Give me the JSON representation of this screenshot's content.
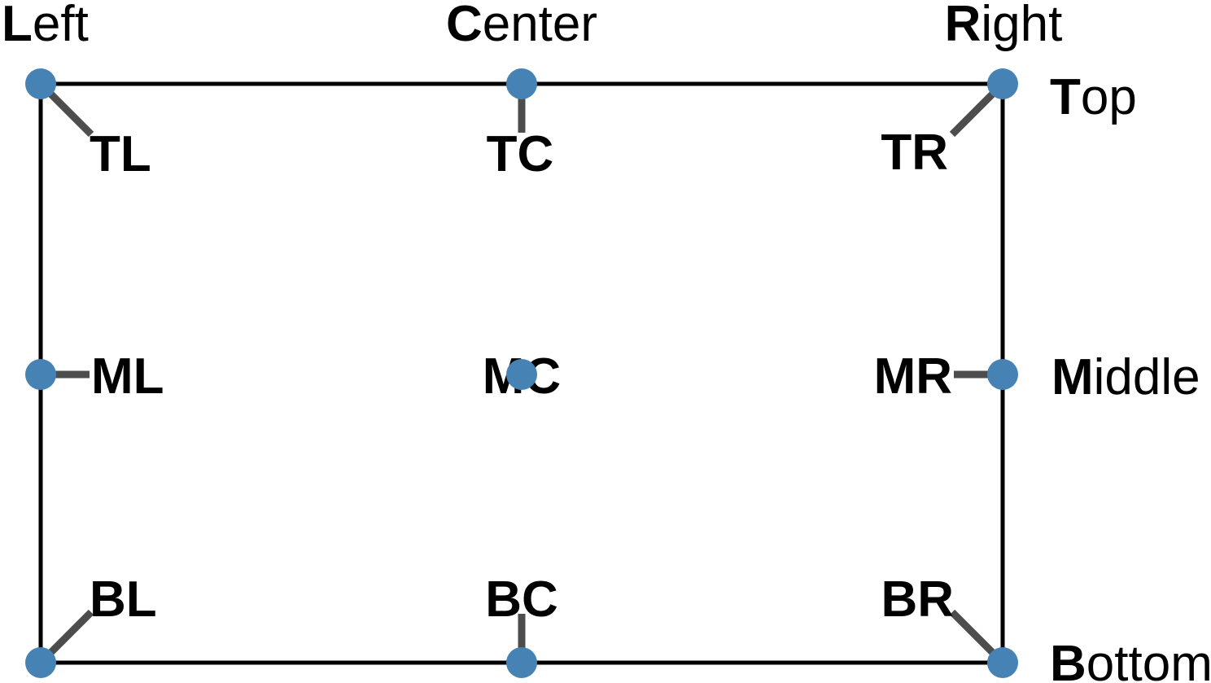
{
  "figure": {
    "description_labels": {
      "edge_labels": {
        "left": {
          "bold": "L",
          "rest": "eft"
        },
        "center": {
          "bold": "C",
          "rest": "enter"
        },
        "right": {
          "bold": "R",
          "rest": "ight"
        },
        "top": {
          "bold": "T",
          "rest": "op"
        },
        "middle": {
          "bold": "M",
          "rest": "iddle"
        },
        "bottom": {
          "bold": "B",
          "rest": "ottom"
        }
      },
      "anchor_labels": {
        "tl": "TL",
        "tc": "TC",
        "tr": "TR",
        "ml": "ML",
        "mc": "MC",
        "mr": "MR",
        "bl": "BL",
        "bc": "BC",
        "br": "BR"
      }
    },
    "colors": {
      "dot": "#4682B4",
      "leader": "#4d4d4d",
      "frame": "#000000",
      "text": "#000000",
      "background": "#ffffff"
    }
  }
}
